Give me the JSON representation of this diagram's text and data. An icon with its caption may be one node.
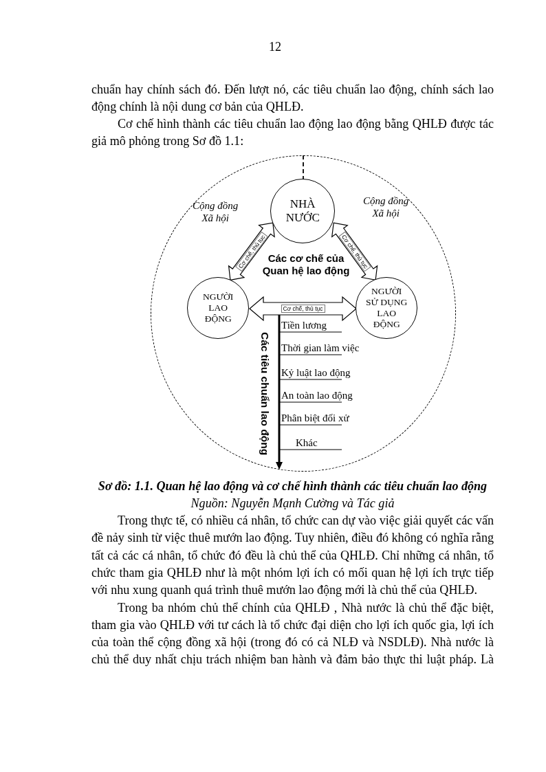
{
  "diagram": {
    "caption": "Sơ đồ: 1.1. Quan hệ lao động và cơ chế hình thành các tiêu chuẩn lao động",
    "nodes": [
      {
        "text": [
          "Cộng đồng Xã hội",
          "Cộng đồng Xã hội"
        ]
      },
      {
        "text": [
          "NHÀ NƯỚC"
        ],
        "in": 0
      },
      {
        "text": [
          "NGƯỜI LAO ĐỘNG"
        ],
        "in": 0
      },
      {
        "text": [
          "NGƯỜI SỬ DỤNG LAO ĐỘNG"
        ],
        "in": 0
      }
    ],
    "edges": [
      {
        "from": 0,
        "to": 1,
        "arrow": "none",
        "style": "dashed"
      },
      {
        "from": 2,
        "to": 1,
        "arrow": "both",
        "label": "Cơ chế, thủ tục"
      },
      {
        "from": 3,
        "to": 1,
        "arrow": "both",
        "label": "Cơ chế, thủ tục"
      },
      {
        "from": 2,
        "to": 3,
        "arrow": "both",
        "label": "Cơ chế, thủ tục"
      }
    ],
    "labels": [
      "12",
      "chuẩn hay chính sách đó. Đến lượt nó, các tiêu chuẩn lao động, chính sách lao động chính là nội dung cơ bản của QHLĐ.",
      "Cơ chế hình thành các tiêu chuẩn lao động lao động bằng QHLĐ được tác giả mô phỏng trong Sơ đồ 1.1:",
      "Các cơ chế của Quan hệ lao động",
      "Các tiêu chuẩn lao động",
      "Tiền lương",
      "Thời gian làm việc",
      "Kỷ luật lao động",
      "An toàn lao động",
      "Phân biệt đối xử",
      "Khác",
      "Nguồn: Nguyễn Mạnh Cường và Tác giả",
      "Trong thực tế, có nhiều cá nhân, tổ chức can dự vào việc giải quyết các vấn đề nảy sinh từ việc thuê mướn lao động. Tuy nhiên, điều đó không có nghĩa rằng tất cả các cá nhân, tổ chức đó đều là chủ thể của QHLĐ. Chỉ những cá nhân, tổ chức tham gia QHLĐ như là một nhóm lợi ích có mối quan hệ lợi ích trực tiếp với nhu xung quanh quá trình thuê mướn lao động mới là chủ thể của QHLĐ.",
      "Trong ba nhóm chủ thể chính của QHLĐ , Nhà nước là chủ thể đặc biệt, tham gia vào QHLĐ với tư cách là tổ chức đại diện cho lợi ích quốc gia, lợi ích của toàn thể cộng đồng xã hội (trong đó có cả NLĐ và NSDLĐ). Nhà nước là chủ thể duy nhất chịu trách nhiệm ban hành và đảm bảo thực thi luật pháp. Là"
    ]
  }
}
